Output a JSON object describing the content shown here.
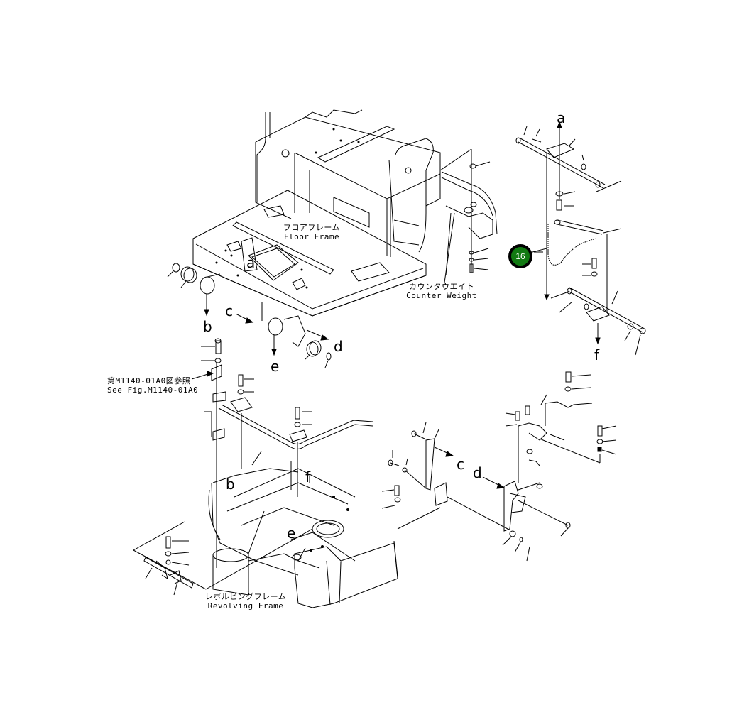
{
  "diagram": {
    "title_labels": {
      "floor_frame": {
        "jp": "フロアフレーム",
        "en": "Floor Frame"
      },
      "counter_weight": {
        "jp": "カウンタウエイト",
        "en": "Counter Weight"
      },
      "revolving_frame": {
        "jp": "レボルビングフレーム",
        "en": "Revolving Frame"
      },
      "see_fig": {
        "jp": "第M1140-01A0図参照",
        "en": "See Fig.M1140-01A0"
      }
    },
    "callouts": [
      {
        "number": "16",
        "color": "#117a12"
      }
    ],
    "reference_letters": {
      "a_top": "a",
      "a_floor": "a",
      "b_upper": "b",
      "b_lower": "b",
      "c_upper": "c",
      "c_lower": "c",
      "d_upper": "d",
      "d_lower": "d",
      "e_upper": "e",
      "e_lower": "e",
      "f_right": "f",
      "f_lower": "f"
    }
  }
}
